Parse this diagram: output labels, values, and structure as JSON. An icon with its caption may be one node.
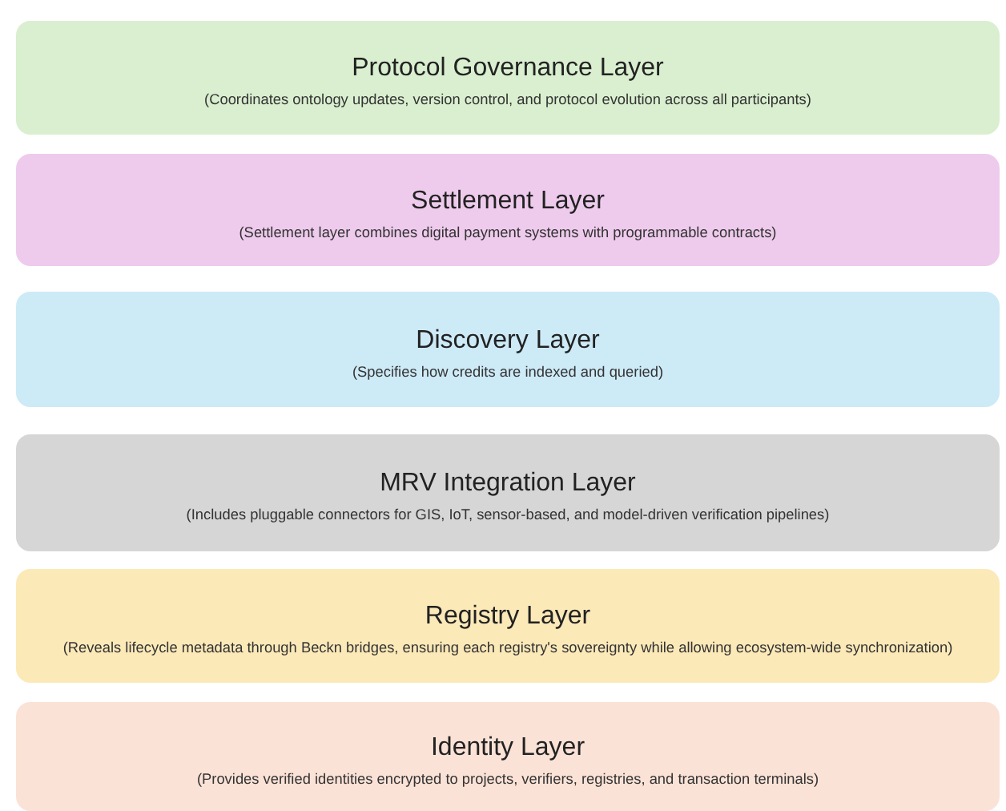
{
  "diagram": {
    "nodes": [
      {
        "text": [
          "Protocol Governance Layer",
          "(Coordinates ontology updates, version control, and protocol evolution across all participants)"
        ]
      },
      {
        "text": [
          "Settlement Layer",
          "(Settlement layer combines digital payment systems with programmable contracts)"
        ]
      },
      {
        "text": [
          "Discovery Layer",
          "(Specifies how credits are indexed and queried)"
        ]
      },
      {
        "text": [
          "MRV Integration Layer",
          "(Includes pluggable connectors for GIS, IoT, sensor-based, and model-driven verification pipelines)"
        ]
      },
      {
        "text": [
          "Registry Layer",
          "(Reveals lifecycle metadata through Beckn bridges, ensuring each registry's sovereignty while allowing ecosystem-wide synchronization)"
        ]
      },
      {
        "text": [
          "Identity Layer",
          "(Provides verified identities encrypted to projects, verifiers, registries, and transaction terminals)"
        ]
      }
    ]
  }
}
